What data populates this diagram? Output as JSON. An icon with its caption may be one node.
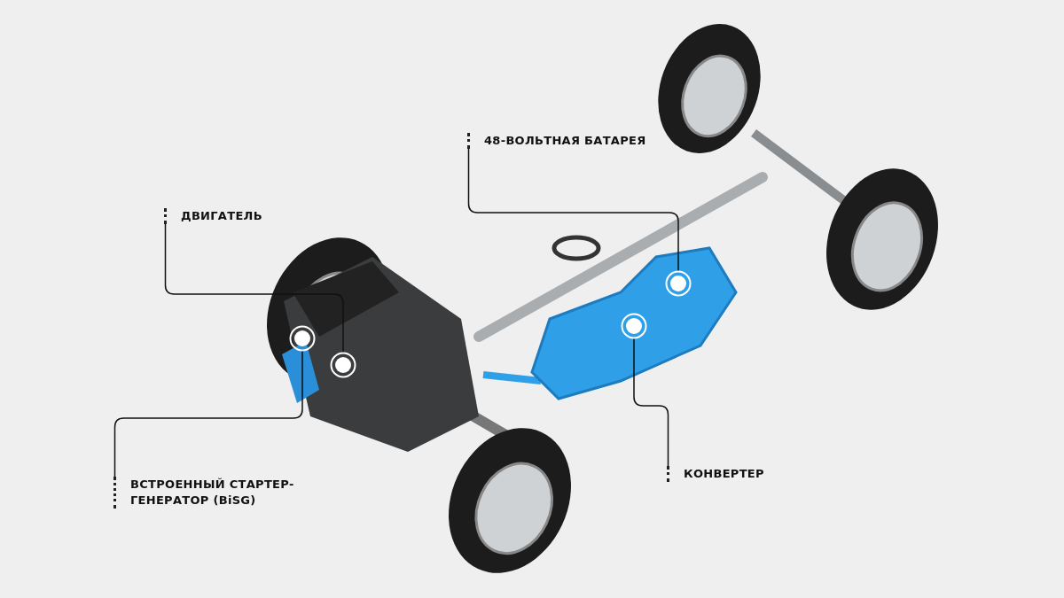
{
  "diagram": {
    "nodes": [
      {
        "text": [
          "48-ВОЛЬТНАЯ БАТАРЕЯ"
        ]
      },
      {
        "text": [
          "ДВИГАТЕЛЬ"
        ]
      },
      {
        "text": [
          "ВСТРОЕННЫЙ СТАРТЕР-ГЕНЕРАТОР (BiSG)"
        ]
      },
      {
        "text": [
          "КОНВЕРТЕР"
        ]
      },
      {
        "text": [],
        "shape": "circle"
      },
      {
        "text": [],
        "shape": "circle"
      },
      {
        "text": [],
        "shape": "circle"
      },
      {
        "text": [],
        "shape": "circle"
      }
    ],
    "edges": [
      {
        "from": 1,
        "to": 5,
        "arrow": "none"
      },
      {
        "from": 0,
        "to": 7,
        "arrow": "none"
      },
      {
        "from": 2,
        "to": 4,
        "arrow": "none"
      },
      {
        "from": 3,
        "to": 6,
        "arrow": "none"
      }
    ]
  }
}
